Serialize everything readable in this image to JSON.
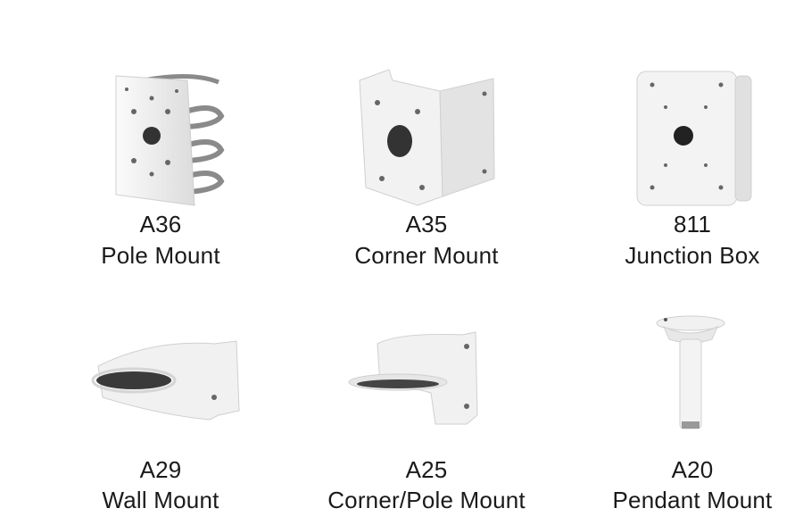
{
  "products": [
    {
      "code": "A36",
      "name": "Pole Mount"
    },
    {
      "code": "A35",
      "name": "Corner Mount"
    },
    {
      "code": "811",
      "name": "Junction Box"
    },
    {
      "code": "A29",
      "name": "Wall Mount"
    },
    {
      "code": "A25",
      "name": "Corner/Pole Mount"
    },
    {
      "code": "A20",
      "name": "Pendant Mount"
    }
  ],
  "colors": {
    "background": "#ffffff",
    "text": "#1a1a1a",
    "mount_white": "#f4f4f4",
    "mount_shade": "#d9d9d9"
  }
}
